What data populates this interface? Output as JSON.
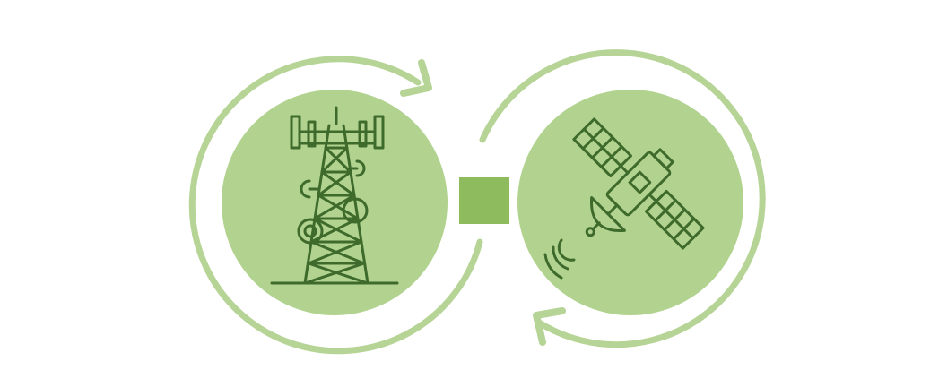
{
  "colors": {
    "background": "#ffffff",
    "ring": "#b5d495",
    "circle_fill": "#b2d38f",
    "connector": "#8fbb5f",
    "icon_stroke": "#3e6b2c"
  },
  "nodes": [
    {
      "name": "cell-tower-node",
      "icon": "cell-tower-icon"
    },
    {
      "name": "satellite-node",
      "icon": "satellite-icon"
    }
  ],
  "connector": {
    "icon": "square-connector"
  },
  "arrows": [
    {
      "name": "top-cycle-arrow",
      "direction": "clockwise"
    },
    {
      "name": "bottom-cycle-arrow",
      "direction": "clockwise"
    }
  ]
}
